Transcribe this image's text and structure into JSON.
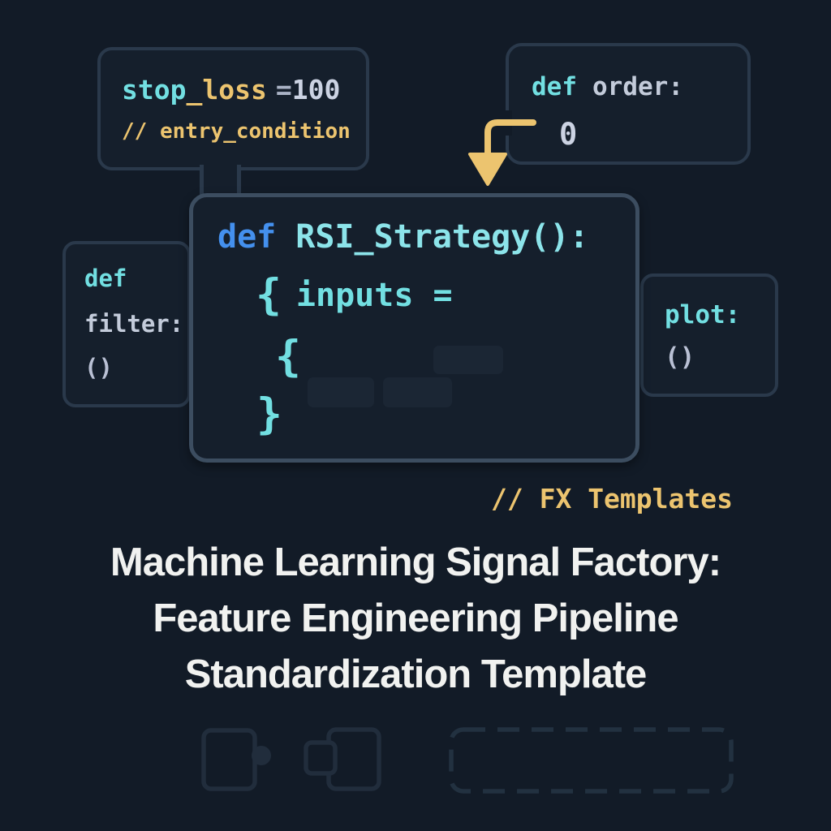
{
  "colors": {
    "background": "#121b27",
    "panel_bg": "#151f2c",
    "panel_border": "#2a394b",
    "main_panel_border": "#3c4d60",
    "cyan": "#72dfe2",
    "pale_cyan": "#8ce4ea",
    "blue": "#4490ee",
    "gold": "#ecc46f",
    "gray": "#c3cbda",
    "bright_gray": "#ccd3e3",
    "lavender": "#b9c0d4",
    "title_white": "#f1f2f0",
    "placeholder_block": "#1b2634",
    "decor_outline": "#212d3c"
  },
  "snippets": {
    "stop_loss": {
      "keyword": "stop",
      "suffix": "_loss",
      "equals": "=",
      "value": "100",
      "comment": "// entry_condition"
    },
    "order": {
      "keyword": "def",
      "name": "order:",
      "value": "0"
    },
    "main": {
      "keyword": "def",
      "signature": "RSI_Strategy():",
      "open_brace": "{",
      "assignment": "inputs =",
      "inner_open_brace": "{",
      "close_brace": "}"
    },
    "filter": {
      "keyword": "def",
      "name": "filter:",
      "parens": "()"
    },
    "plot": {
      "name": "plot:",
      "parens": "()"
    }
  },
  "brand": {
    "label": "// FX Templates"
  },
  "title": {
    "line1": "Machine Learning Signal Factory:",
    "line2": "Feature Engineering Pipeline",
    "line3": "Standardization Template"
  },
  "decor": {
    "icons": [
      "puzzle-piece-knob-right-icon",
      "puzzle-piece-socket-left-icon",
      "dashed-slot-outline"
    ]
  }
}
